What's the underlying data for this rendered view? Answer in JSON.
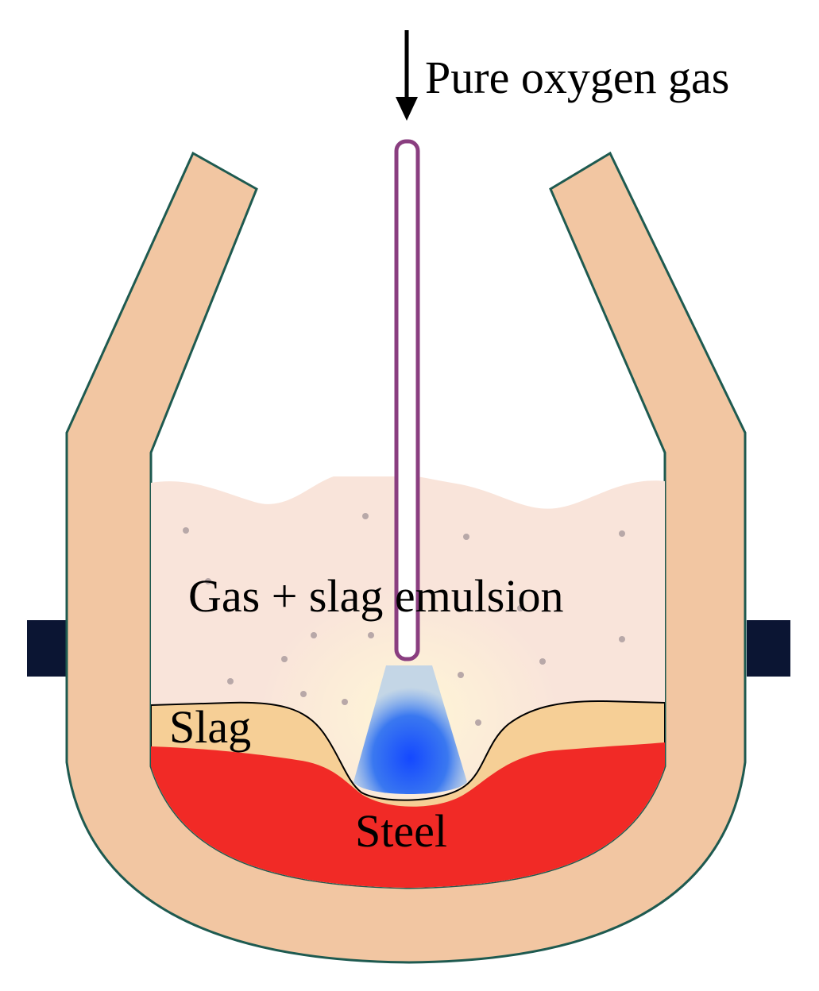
{
  "labels": {
    "oxygen": "Pure oxygen gas",
    "emulsion": "Gas + slag emulsion",
    "slag": "Slag",
    "steel": "Steel"
  },
  "colors": {
    "vessel_wall": "#F2C6A2",
    "vessel_outline": "#1E5A50",
    "emulsion": "#F9E4DA",
    "slag": "#F6CF96",
    "steel": "#F12A26",
    "oxygen_jet": "#1E5BFF",
    "lance_outline": "#8A3E80",
    "trunnion": "#0B1533"
  }
}
